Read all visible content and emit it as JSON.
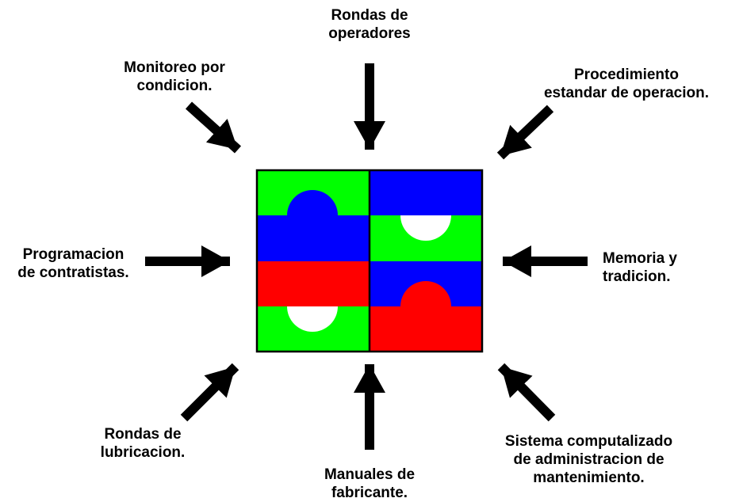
{
  "labels": {
    "top": [
      "Rondas de",
      "operadores"
    ],
    "top_left": [
      "Monitoreo por",
      "condicion."
    ],
    "top_right": [
      "Procedimiento",
      "estandar de operacion."
    ],
    "left": [
      "Programacion",
      "de contratistas."
    ],
    "right": [
      "Memoria y",
      "tradicion."
    ],
    "bottom_left": [
      "Rondas de",
      "lubricacion."
    ],
    "bottom": [
      "Manuales de",
      "fabricante."
    ],
    "bottom_right": [
      "Sistema computalizado",
      "de administracion de",
      "mantenimiento."
    ]
  },
  "colors": {
    "green": "#00ff00",
    "blue": "#0000ff",
    "red": "#ff0000",
    "outline": "#000000"
  },
  "icons": [
    "arrow-down-icon",
    "arrow-down-right-icon",
    "arrow-down-left-icon",
    "arrow-right-icon",
    "arrow-left-icon",
    "arrow-up-right-icon",
    "arrow-up-icon",
    "arrow-up-left-icon"
  ]
}
